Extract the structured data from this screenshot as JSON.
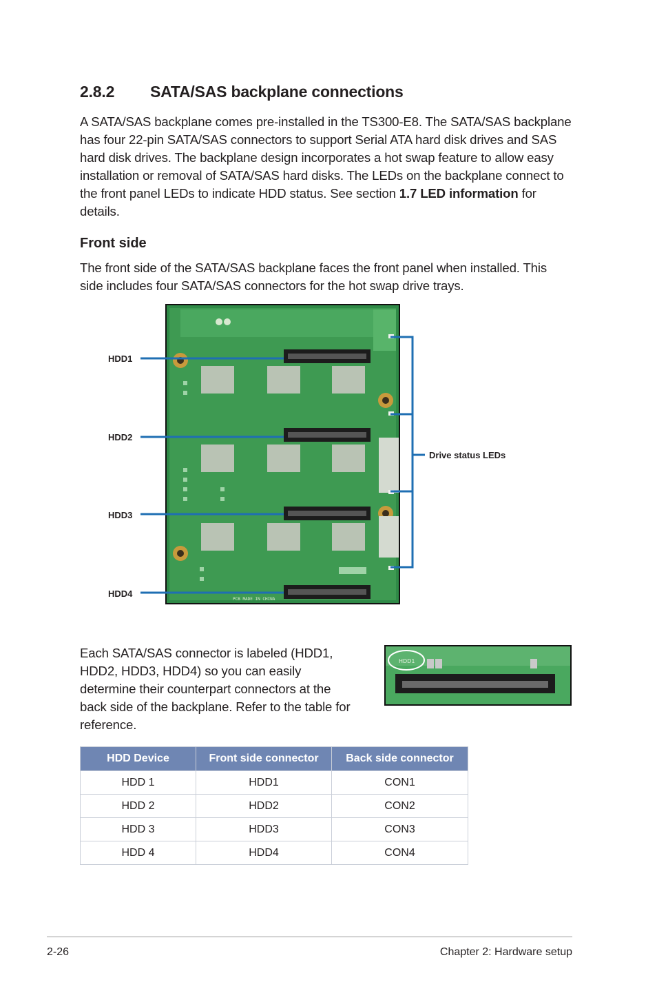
{
  "section": {
    "number": "2.8.2",
    "title": "SATA/SAS backplane connections"
  },
  "intro": {
    "text": "A SATA/SAS backplane comes pre-installed in the TS300-E8. The SATA/SAS backplane has four 22-pin SATA/SAS connectors to support Serial ATA hard disk drives and SAS hard disk drives. The backplane design incorporates a hot swap feature to allow easy installation or removal of SATA/SAS hard disks. The LEDs on the backplane connect to the front panel LEDs to indicate HDD status. See section",
    "bold_ref": "1.7 LED information",
    "suffix": " for details."
  },
  "front_side": {
    "heading": "Front side",
    "text": "The front side of the SATA/SAS backplane faces the front panel when installed. This side includes four SATA/SAS connectors for the hot swap drive trays."
  },
  "diagram": {
    "connector_labels": [
      "HDD1",
      "HDD2",
      "HDD3",
      "HDD4"
    ],
    "leds_label": "Drive status LEDs",
    "pcb_marking": "PCB MADE IN CHINA"
  },
  "connector_note": {
    "text": "Each SATA/SAS connector is labeled (HDD1, HDD2, HDD3, HDD4) so you can easily determine their counterpart connectors at the back side of the backplane. Refer to the table for reference.",
    "thumb_label": "HDD1"
  },
  "table": {
    "headers": [
      "HDD Device",
      "Front side connector",
      "Back side connector"
    ],
    "rows": [
      [
        "HDD 1",
        "HDD1",
        "CON1"
      ],
      [
        "HDD 2",
        "HDD2",
        "CON2"
      ],
      [
        "HDD 3",
        "HDD3",
        "CON3"
      ],
      [
        "HDD 4",
        "HDD4",
        "CON4"
      ]
    ]
  },
  "footer": {
    "page": "2-26",
    "chapter": "Chapter 2:  Hardware setup"
  },
  "colors": {
    "pcb_green": "#3e9a52",
    "callout_blue": "#1f6fb3",
    "table_header": "#6f86b3"
  }
}
